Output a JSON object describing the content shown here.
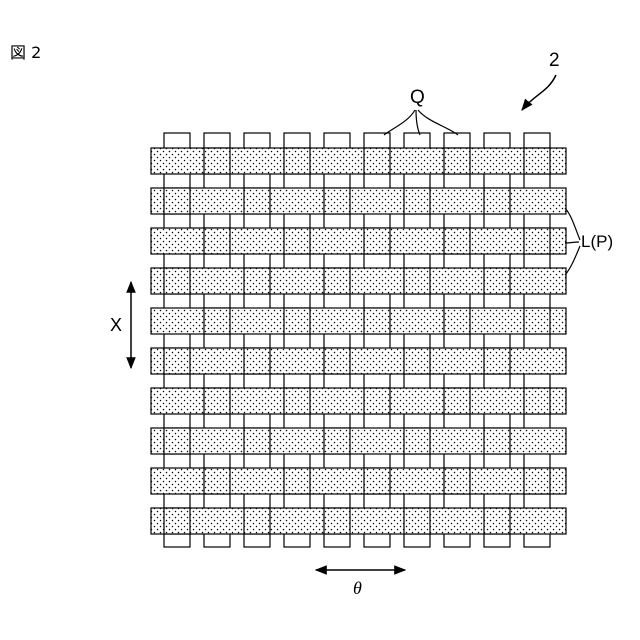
{
  "figure": {
    "label": "図 2",
    "ref_numeral": "2",
    "q_label": "Q",
    "lp_label": "L(P)",
    "x_label": "X",
    "theta_label": "θ"
  },
  "weave": {
    "row_count": 10,
    "col_count": 10,
    "fill_pattern": "dot stipple"
  },
  "colors": {
    "line": "#000000",
    "background": "#ffffff",
    "stipple": "#000000"
  }
}
